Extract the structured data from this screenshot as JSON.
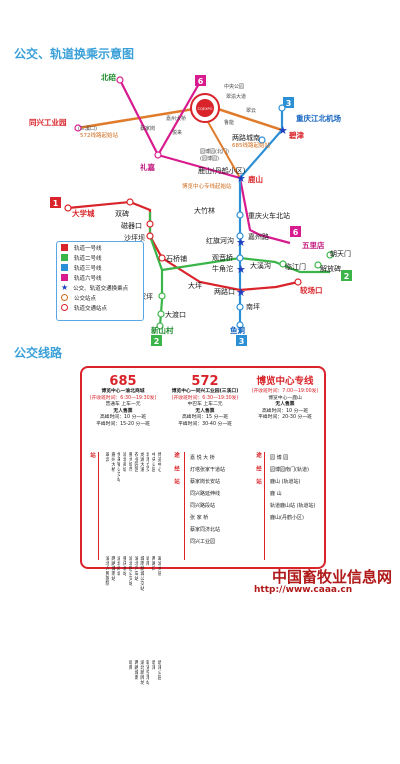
{
  "titles": {
    "map": "公交、轨道换乘示意图",
    "bus": "公交线路"
  },
  "map": {
    "center_logo": "CQEXPO",
    "line_numbers": [
      "1",
      "2",
      "3",
      "6"
    ],
    "stations": {
      "beibei": "北碚",
      "tongxing": "同兴工业园",
      "tongxing_sub": "(三溪口)",
      "tongxing_bus": "572线路起始站",
      "daxuecheng": "大学城",
      "lijia": "礼嘉",
      "chongqing_north_airport": "重庆江北机场",
      "bijin": "碧津",
      "liangluhu_nan": "两路城南",
      "liangluhu_bus": "685线路起始站",
      "lushan": "鹿山",
      "dazhulin": "大竹林",
      "expo_bus": "博览中心专线起始站",
      "shuangbei": "双碑",
      "cizhikou": "磁器口",
      "shapingba": "沙坪坝",
      "honggang": "红旗河沟",
      "jialing": "嘉州路",
      "wulidian": "五里店",
      "chongqing_north": "重庆火车北站",
      "guanyinqiao": "观音桥",
      "niujiaotuo": "牛角沱",
      "daxigou": "大溪沟",
      "linjiangmen": "临江门",
      "jiefangbei": "解放碑",
      "chaotianmen": "朝天门",
      "shiqiaopu": "石桥铺",
      "daping": "大坪",
      "yangjiaping": "杨家坪",
      "lianglukou": "两路口",
      "jiaochangkou": "较场口",
      "dadukou": "大渡口",
      "xinshancun": "新山村",
      "nanping": "南坪",
      "yuhu": "鱼洞"
    },
    "small_labels": {
      "a": "中央公园",
      "b": "翠渝大道",
      "c": "翠云",
      "d": "嘉州大桥",
      "e": "蔡家岗",
      "f": "龙兴",
      "g": "悦来",
      "h": "园博园(北门)",
      "i": "(园博园)",
      "j": "鲁能",
      "k": "鹿山(丹鹤小区)"
    }
  },
  "legend": {
    "items": [
      {
        "label": "轨道一号线",
        "color": "#d8242a"
      },
      {
        "label": "轨道二号线",
        "color": "#3bb54a"
      },
      {
        "label": "轨道三号线",
        "color": "#2b8fd6"
      },
      {
        "label": "轨道六号线",
        "color": "#d81b8e"
      },
      {
        "label": "公交、轨道交通换乘点"
      },
      {
        "label": "公交站点"
      },
      {
        "label": "轨道交通站点"
      }
    ]
  },
  "bus": {
    "routes": [
      {
        "number": "685",
        "name": "博览中心—渝北商城",
        "hours": "(开收班时间：6:30—19:30发)",
        "fare": "普通车 上车一元",
        "ticket": "无人售票",
        "peak": "高峰时间：10 分一班",
        "offpeak": "平峰时间：15-20 分一班",
        "stops_label": "站",
        "stops": [
          "博览中心",
          "中央公园",
          "北港立交",
          "龙湖大道",
          "农业园区",
          "重大城市",
          "渝北商城",
          "悦来镇公交站",
          "嘉州大桥",
          "翠云",
          "翠渝大道",
          "两路口",
          "城南",
          "城南新城公交站",
          "渝北汽车站",
          "渝北区公交站",
          "重庆北站",
          "渝北商城",
          "两路城南站",
          "渝北人民医院",
          "碧津公园",
          "碧津",
          "轨道空港站",
          "渝北新牌坊",
          "两路城南",
          "城南"
        ]
      },
      {
        "number": "572",
        "name": "博览中心—同兴工业园(三溪口)",
        "hours": "(开收班时间：6:30—19:30发)",
        "fare": "中巴车 上车二元",
        "ticket": "无人售票",
        "peak": "高峰时间：15 分一班",
        "offpeak": "平峰时间：30-40 分一班",
        "stops_label": "途 经 站",
        "stops": [
          "嘉 悦 大 桥",
          "灯塔张家干道站",
          "蔡家岗长安站",
          "同兴路延伸线",
          "同兴路段站",
          "张 家 桥",
          "蔡家同济北站",
          "同兴工业园"
        ]
      },
      {
        "number": "",
        "name": "博览中心专线",
        "hours": "(开收班时间：7:00—19:00发)",
        "fare": "博览中心—鹿山",
        "ticket": "无人售票",
        "peak": "高峰时间：10 分一班",
        "offpeak": "平峰时间：20-30 分一班",
        "stops_label": "途 经 站",
        "stops": [
          "园 博 园",
          "园博园南门(轨道)",
          "鹿山 (轨道站)",
          "鹿 山",
          "轨道鹿山站 (轨道站)",
          "鹿山(丹鹤小区)"
        ]
      }
    ]
  },
  "watermark": {
    "text": "中国畜牧业信息网",
    "url": "http://www.caaa.cn"
  }
}
